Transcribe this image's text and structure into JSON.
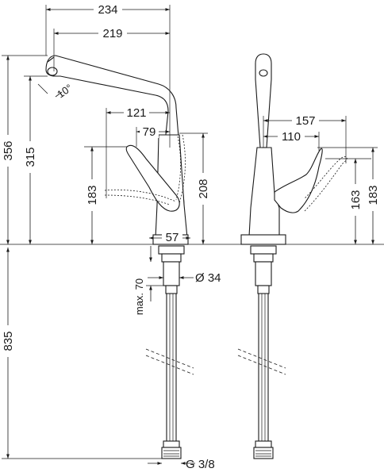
{
  "dimensions": {
    "spout_reach_total": "234",
    "spout_reach": "219",
    "spout_angle": "10°",
    "total_height": "356",
    "spout_height": "315",
    "lever_reach_front": "121",
    "lever_offset_front": "79",
    "lever_height_front": "183",
    "lever_clear_height": "208",
    "base_diameter": "57",
    "max_deck_thickness": "max. 70",
    "mounting_hole": "Ø 34",
    "hose_length": "835",
    "connection_thread": "G 3/8",
    "lever_reach_side": "157",
    "lever_offset_side": "110",
    "lever_height_side": "163",
    "lever_height_side_total": "183"
  },
  "colors": {
    "line": "#1a1a1a",
    "background": "#ffffff"
  }
}
